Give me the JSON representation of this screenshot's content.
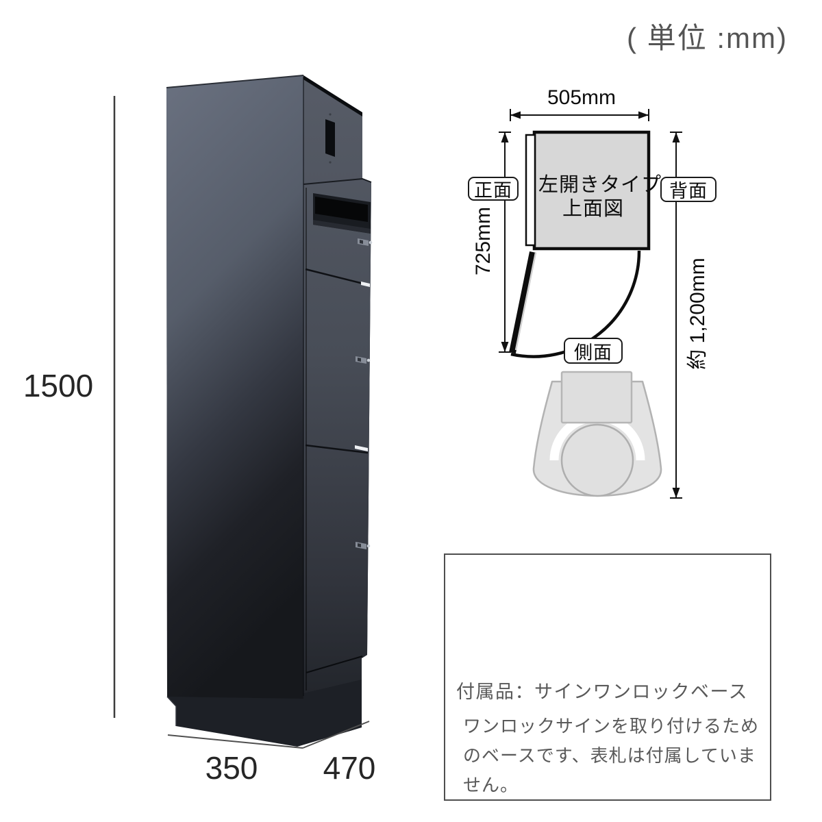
{
  "page": {
    "unit_note": "( 単位 :mm)"
  },
  "main_unit": {
    "height_mm": "1500",
    "width_mm": "350",
    "depth_mm": "470"
  },
  "top_view": {
    "width_label": "505mm",
    "depth_label": "725mm",
    "clearance_label": "約 1,200mm",
    "front_face_label": "正面",
    "back_face_label": "背面",
    "side_face_label": "側面",
    "diagram_title_line1": "左開きタイプ",
    "diagram_title_line2": "上面図"
  },
  "accessory_panel": {
    "title": "付属品：サインワンロックベース",
    "description_lines": [
      "ワンロックサインを取り付けるため",
      "のベースです、表札は付属していま",
      "せん。"
    ]
  },
  "colors": {
    "cabinet_light": "#6a7180",
    "cabinet_dark": "#16181c",
    "diagram_fill": "#d7d7d7",
    "line_color": "#0d0d0d",
    "silhouette_fill": "#e3e3e3",
    "secondary_text": "#595959"
  }
}
